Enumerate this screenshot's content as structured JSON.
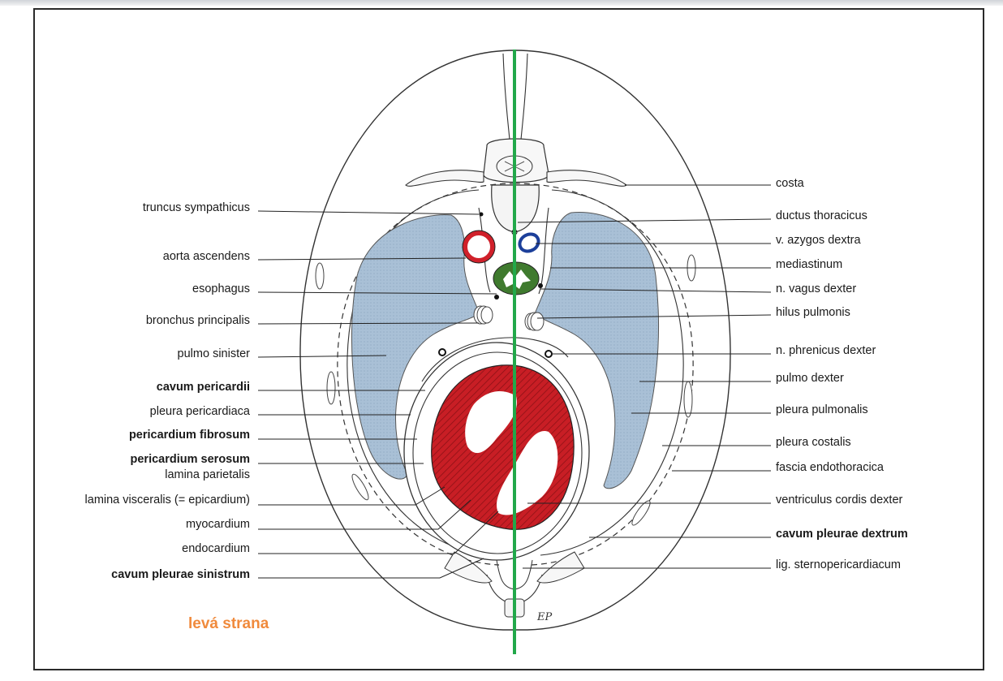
{
  "labels_left": [
    {
      "text": "truncus sympathicus",
      "bold": false
    },
    {
      "text": "aorta ascendens",
      "bold": false
    },
    {
      "text": "esophagus",
      "bold": false
    },
    {
      "text": "bronchus principalis",
      "bold": false
    },
    {
      "text": "pulmo sinister",
      "bold": false
    },
    {
      "text": "cavum pericardii",
      "bold": true
    },
    {
      "text": "pleura pericardiaca",
      "bold": false
    },
    {
      "text": "pericardium fibrosum",
      "bold": true
    },
    {
      "text": "pericardium serosum",
      "bold": true
    },
    {
      "text": "lamina parietalis",
      "bold": false
    },
    {
      "text": "lamina visceralis (= epicardium)",
      "bold": false
    },
    {
      "text": "myocardium",
      "bold": false
    },
    {
      "text": "endocardium",
      "bold": false
    },
    {
      "text": "cavum pleurae sinistrum",
      "bold": true
    }
  ],
  "labels_right": [
    {
      "text": "costa",
      "bold": false
    },
    {
      "text": "ductus thoracicus",
      "bold": false
    },
    {
      "text": "v. azygos dextra",
      "bold": false
    },
    {
      "text": "mediastinum",
      "bold": false
    },
    {
      "text": "n. vagus dexter",
      "bold": false
    },
    {
      "text": "hilus pulmonis",
      "bold": false
    },
    {
      "text": "n. phrenicus dexter",
      "bold": false
    },
    {
      "text": "pulmo dexter",
      "bold": false
    },
    {
      "text": "pleura pulmonalis",
      "bold": false
    },
    {
      "text": "pleura costalis",
      "bold": false
    },
    {
      "text": "fascia endothoracica",
      "bold": false
    },
    {
      "text": "ventriculus cordis dexter",
      "bold": false
    },
    {
      "text": "cavum pleurae dextrum",
      "bold": true
    },
    {
      "text": "lig. sternopericardiacum",
      "bold": false
    }
  ],
  "side_note": "levá strana",
  "signature": "EP",
  "colors": {
    "lung": "#a9c0d6",
    "heart": "#c81e25",
    "aorta": "#d0202a",
    "azygos": "#1c3f9a",
    "esophagus": "#3f7a2e",
    "midline": "#22a84a",
    "note": "#f08a3c"
  }
}
